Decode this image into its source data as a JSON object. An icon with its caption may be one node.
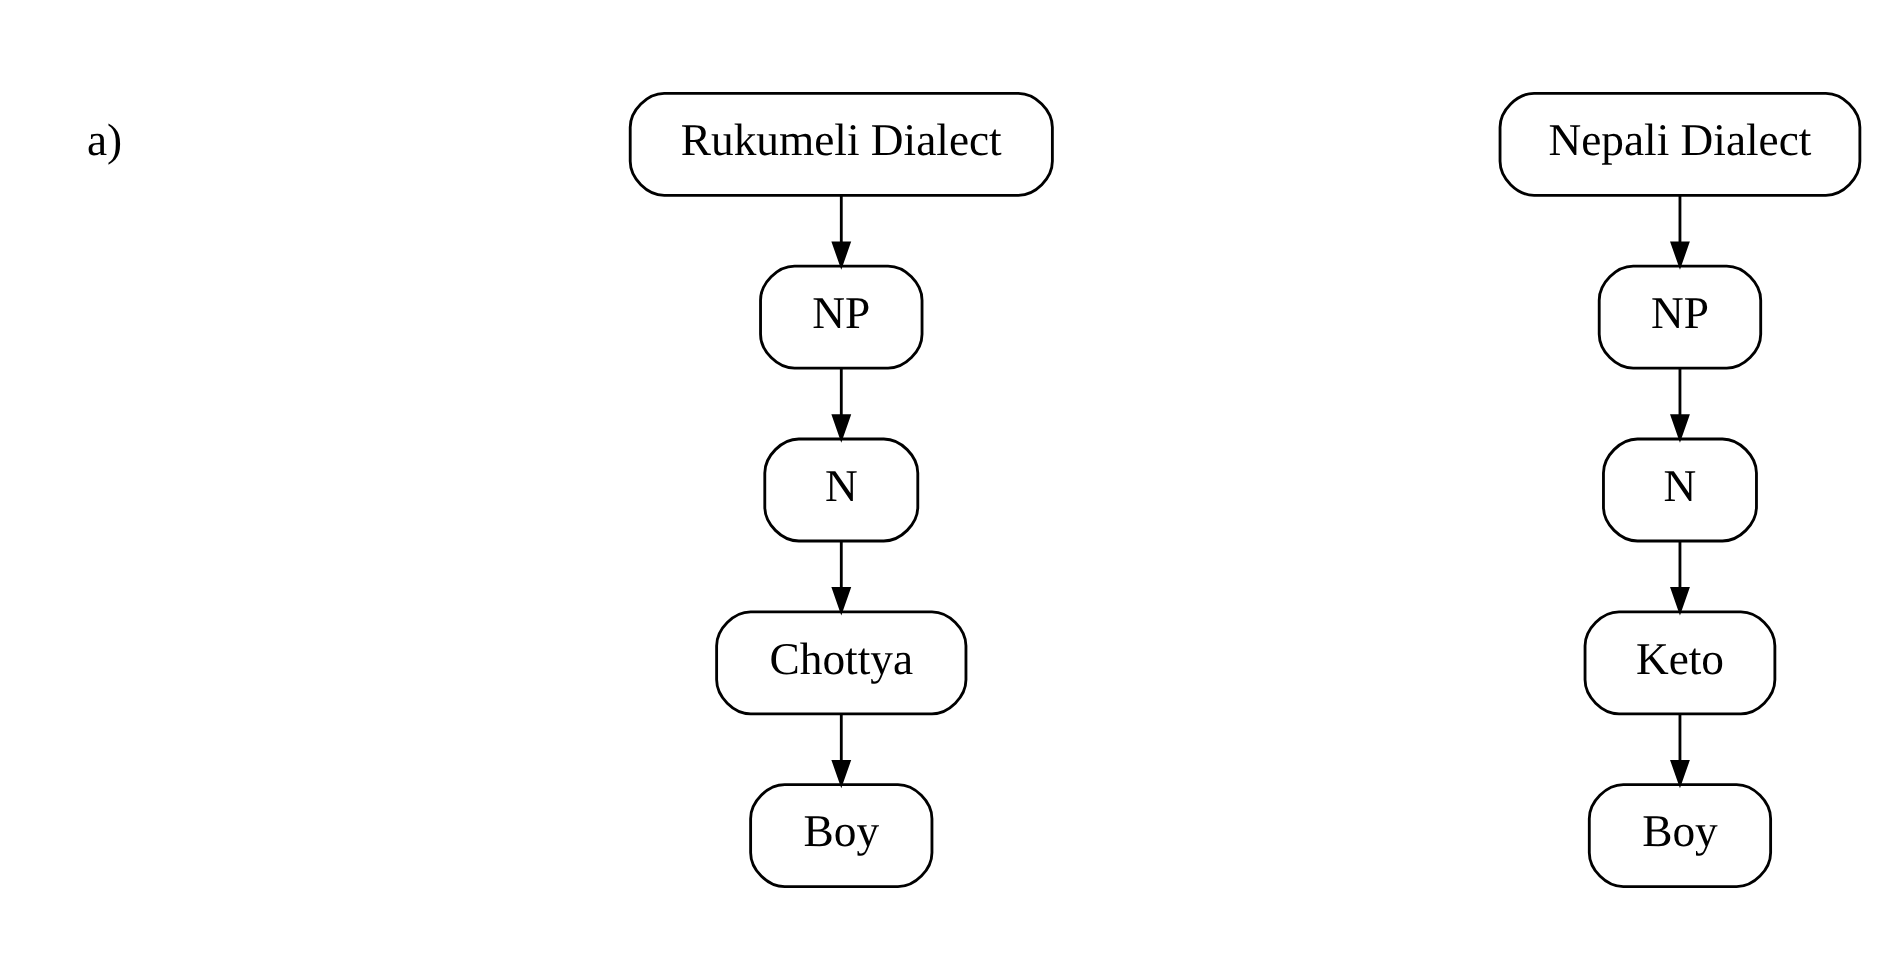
{
  "diagram": {
    "nodes": [
      {
        "text": [
          "Rukumeli Dialect"
        ]
      },
      {
        "text": [
          "NP"
        ]
      },
      {
        "text": [
          "N"
        ]
      },
      {
        "text": [
          "Chottya"
        ]
      },
      {
        "text": [
          "Boy"
        ]
      },
      {
        "text": [
          "Nepali Dialect"
        ]
      },
      {
        "text": [
          "NP"
        ]
      },
      {
        "text": [
          "N"
        ]
      },
      {
        "text": [
          "Keto"
        ]
      },
      {
        "text": [
          "Boy"
        ]
      }
    ],
    "edges": [
      {
        "from": 0,
        "to": 1,
        "arrow": "to"
      },
      {
        "from": 1,
        "to": 2,
        "arrow": "to"
      },
      {
        "from": 2,
        "to": 3,
        "arrow": "to"
      },
      {
        "from": 3,
        "to": 4,
        "arrow": "to"
      },
      {
        "from": 5,
        "to": 6,
        "arrow": "to"
      },
      {
        "from": 6,
        "to": 7,
        "arrow": "to"
      },
      {
        "from": 7,
        "to": 8,
        "arrow": "to"
      },
      {
        "from": 8,
        "to": 9,
        "arrow": "to"
      }
    ],
    "labels": [
      "a)"
    ]
  }
}
